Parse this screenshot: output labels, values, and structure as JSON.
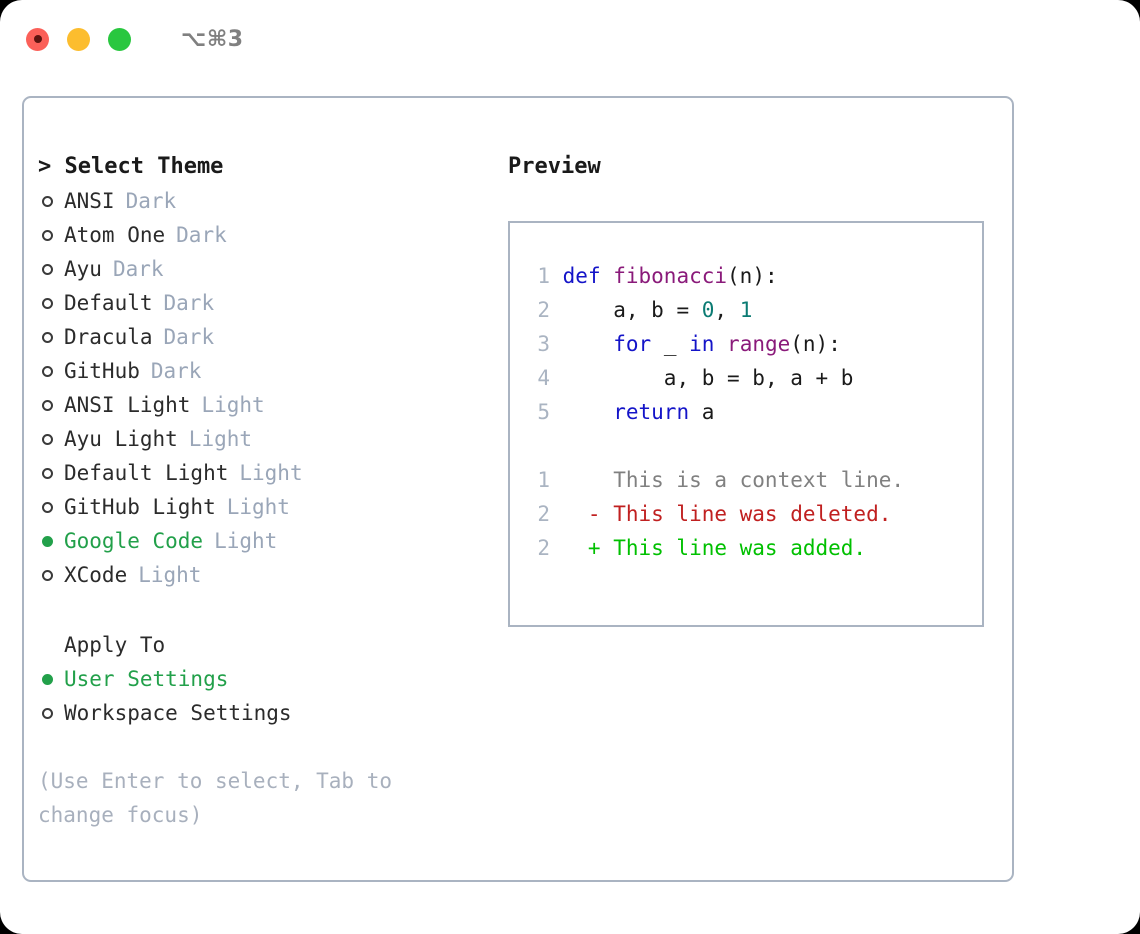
{
  "titlebar": {
    "shortcut": "⌥⌘3",
    "lights": [
      {
        "name": "close",
        "color": "#fb6059"
      },
      {
        "name": "minimize",
        "color": "#fcbd2e"
      },
      {
        "name": "maximize",
        "color": "#29c73f"
      }
    ]
  },
  "theme_picker": {
    "heading": "> Select Theme",
    "options": [
      {
        "label": "ANSI",
        "tag": "Dark",
        "selected": false
      },
      {
        "label": "Atom One",
        "tag": "Dark",
        "selected": false
      },
      {
        "label": "Ayu",
        "tag": "Dark",
        "selected": false
      },
      {
        "label": "Default",
        "tag": "Dark",
        "selected": false
      },
      {
        "label": "Dracula",
        "tag": "Dark",
        "selected": false
      },
      {
        "label": "GitHub",
        "tag": "Dark",
        "selected": false
      },
      {
        "label": "ANSI Light",
        "tag": "Light",
        "selected": false
      },
      {
        "label": "Ayu Light",
        "tag": "Light",
        "selected": false
      },
      {
        "label": "Default Light",
        "tag": "Light",
        "selected": false
      },
      {
        "label": "GitHub Light",
        "tag": "Light",
        "selected": false
      },
      {
        "label": "Google Code",
        "tag": "Light",
        "selected": true
      },
      {
        "label": "XCode",
        "tag": "Light",
        "selected": false
      }
    ]
  },
  "apply_to": {
    "heading": "Apply To",
    "options": [
      {
        "label": "User Settings",
        "selected": true
      },
      {
        "label": "Workspace Settings",
        "selected": false
      }
    ]
  },
  "hint": "(Use Enter to select, Tab to change focus)",
  "preview": {
    "title": "Preview",
    "code_lines": [
      {
        "lineno": "1",
        "tokens": [
          {
            "text": "def ",
            "type": "kw"
          },
          {
            "text": "fibonacci",
            "type": "fn"
          },
          {
            "text": "(n):",
            "type": "pl"
          }
        ]
      },
      {
        "lineno": "2",
        "tokens": [
          {
            "text": "    a, b = ",
            "type": "pl"
          },
          {
            "text": "0",
            "type": "num"
          },
          {
            "text": ", ",
            "type": "pl"
          },
          {
            "text": "1",
            "type": "num"
          }
        ]
      },
      {
        "lineno": "3",
        "tokens": [
          {
            "text": "    ",
            "type": "pl"
          },
          {
            "text": "for",
            "type": "kw"
          },
          {
            "text": " _ ",
            "type": "pl"
          },
          {
            "text": "in ",
            "type": "kw"
          },
          {
            "text": "range",
            "type": "fn"
          },
          {
            "text": "(n):",
            "type": "pl"
          }
        ]
      },
      {
        "lineno": "4",
        "tokens": [
          {
            "text": "        a, b = b, a + b",
            "type": "pl"
          }
        ]
      },
      {
        "lineno": "5",
        "tokens": [
          {
            "text": "    ",
            "type": "pl"
          },
          {
            "text": "return",
            "type": "kw"
          },
          {
            "text": " a",
            "type": "pl"
          }
        ]
      }
    ],
    "diff_lines": [
      {
        "lineno": "1",
        "marker": " ",
        "text": "This is a context line.",
        "type": "ctx"
      },
      {
        "lineno": "2",
        "marker": "-",
        "text": "This line was deleted.",
        "type": "del"
      },
      {
        "lineno": "2",
        "marker": "+",
        "text": "This line was added.",
        "type": "add"
      }
    ]
  },
  "colors": {
    "accent_green": "#22a04a",
    "tag_gray": "#9aa6b8",
    "border": "#aab4c2",
    "keyword": "#1414c8",
    "function": "#8a1a7a",
    "number": "#0b7b73",
    "diff_context": "#808080",
    "diff_deleted": "#c02020",
    "diff_added": "#00c000"
  }
}
